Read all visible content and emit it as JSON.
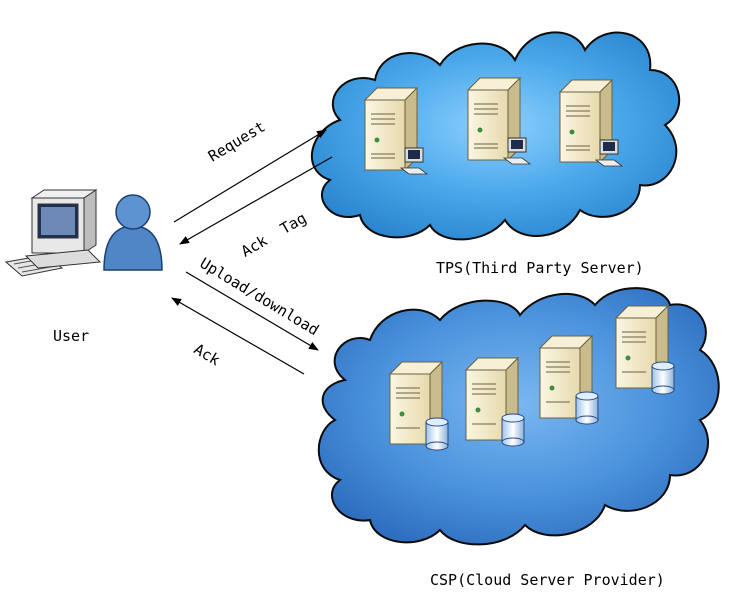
{
  "labels": {
    "user": "User",
    "tps": "TPS(Third Party Server)",
    "csp": "CSP(Cloud Server Provider)",
    "request": "Request",
    "ack_tag": "Ack  Tag",
    "upload_download": "Upload/download",
    "ack": "Ack"
  },
  "clouds": [
    {
      "name": "tps-cloud",
      "servers": 3,
      "server_icon": "server-with-monitor-icon"
    },
    {
      "name": "csp-cloud",
      "servers": 4,
      "server_icon": "server-with-database-icon"
    }
  ],
  "user_icons": [
    "computer-icon",
    "person-icon"
  ],
  "colors": {
    "cloud_fill": "#3fa0e6",
    "cloud_shade": "#2b86cf",
    "cloud_outline": "#0b0b0b",
    "server_body": "#efe6c4",
    "server_side": "#c9bb8c",
    "person": "#4f86c6"
  }
}
